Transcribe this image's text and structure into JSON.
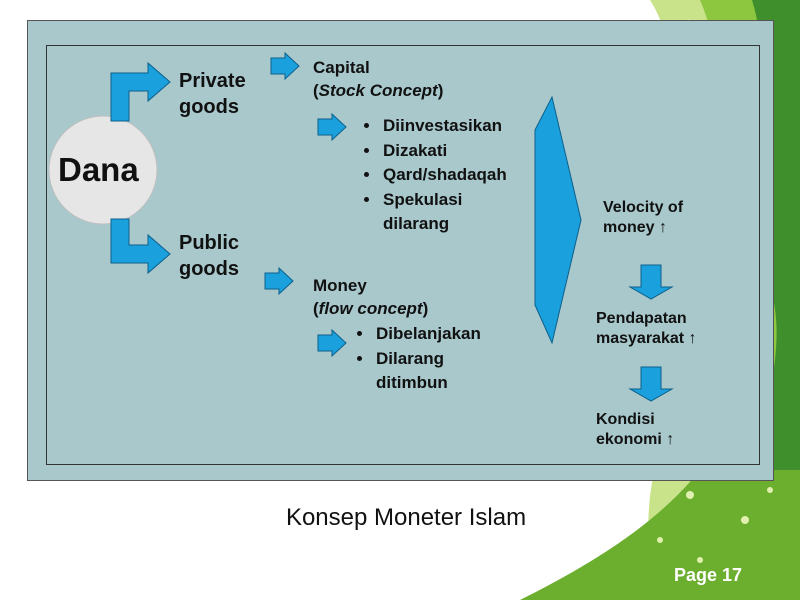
{
  "slide": {
    "caption": "Konsep Moneter Islam",
    "page_label": "Page 17"
  },
  "diagram": {
    "center": "Dana",
    "branches": [
      {
        "label_line1": "Private",
        "label_line2": "goods",
        "heading_line1": "Capital",
        "heading_open": "(",
        "heading_italic": "Stock Concept",
        "heading_close": ")",
        "items": [
          "Diinvestasikan",
          "Dizakati",
          "Qard/shadaqah",
          "Spekulasi dilarang"
        ]
      },
      {
        "label_line1": "Public",
        "label_line2": "goods",
        "heading_line1": "Money",
        "heading_open": "(",
        "heading_italic": "flow concept",
        "heading_close": ")",
        "items": [
          "Dibelanjakan",
          "Dilarang ditimbun"
        ]
      }
    ],
    "outcomes": [
      {
        "line1": "Velocity of",
        "line2": "money",
        "arrow": "↑"
      },
      {
        "line1": "Pendapatan",
        "line2": "masyarakat",
        "arrow": "↑"
      },
      {
        "line1": "Kondisi",
        "line2": "ekonomi",
        "arrow": "↑"
      }
    ],
    "colors": {
      "panel": "#a8c8cc",
      "arrow_fill": "#1aa0dc",
      "arrow_stroke": "#0d5f8a",
      "circle": "#e6e6e6",
      "leaf_green": "#8dc63f",
      "dark_green": "#3f8f2c"
    }
  }
}
